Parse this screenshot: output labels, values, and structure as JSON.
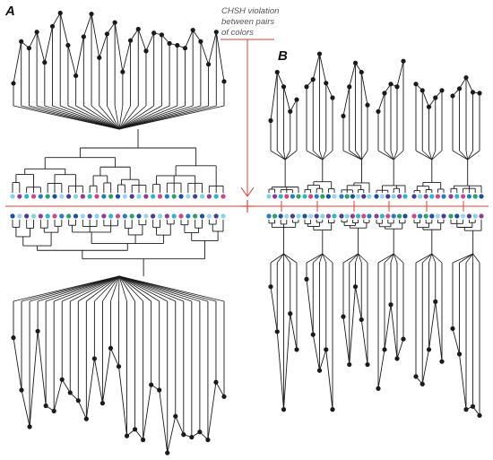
{
  "panels": [
    {
      "id": "A",
      "label": "A"
    },
    {
      "id": "B",
      "label": "B"
    }
  ],
  "annotation": {
    "lines": [
      "CHSH violation",
      "between pairs",
      "of colors"
    ]
  },
  "colors": {
    "ink": "#1a1a1a",
    "cut_line": "#d9413a",
    "dot_palette": [
      "#7fd6e3",
      "#33b3c9",
      "#2a7bbf",
      "#1c4f9c",
      "#4a3a93",
      "#8a3d99",
      "#c94a8a",
      "#2f9e6a",
      "#9bd3f0"
    ]
  },
  "panel_a": {
    "top_series": [
      0.18,
      0.62,
      0.55,
      0.72,
      0.4,
      0.78,
      0.92,
      0.58,
      0.26,
      0.67,
      0.91,
      0.45,
      0.7,
      0.82,
      0.3,
      0.63,
      0.75,
      0.52,
      0.71,
      0.69,
      0.6,
      0.58,
      0.55,
      0.74,
      0.62,
      0.38,
      0.72,
      0.2
    ],
    "bottom_series": [
      0.1,
      0.5,
      0.78,
      0.05,
      0.62,
      0.66,
      0.42,
      0.52,
      0.58,
      0.72,
      0.26,
      0.6,
      0.18,
      0.32,
      0.85,
      0.8,
      0.88,
      0.46,
      0.5,
      0.98,
      0.7,
      0.84,
      0.86,
      0.82,
      0.88,
      0.44,
      0.55
    ]
  },
  "panel_b": {
    "top_series": [
      0.25,
      0.78,
      0.62,
      0.35,
      0.48,
      0.62,
      0.7,
      0.98,
      0.66,
      0.5,
      0.3,
      0.62,
      0.88,
      0.78,
      0.42,
      0.35,
      0.55,
      0.65,
      0.62,
      0.9,
      0.65,
      0.58,
      0.4,
      0.5,
      0.58,
      0.52,
      0.6,
      0.72,
      0.56,
      0.55
    ],
    "bottom_series": [
      0.1,
      0.4,
      0.92,
      0.28,
      0.52,
      0.05,
      0.42,
      0.66,
      0.52,
      0.92,
      0.3,
      0.62,
      0.1,
      0.32,
      0.62,
      0.78,
      0.52,
      0.22,
      0.58,
      0.45,
      0.7,
      0.75,
      0.52,
      0.2,
      0.6,
      0.38,
      0.55,
      0.92,
      0.9,
      0.96
    ]
  }
}
